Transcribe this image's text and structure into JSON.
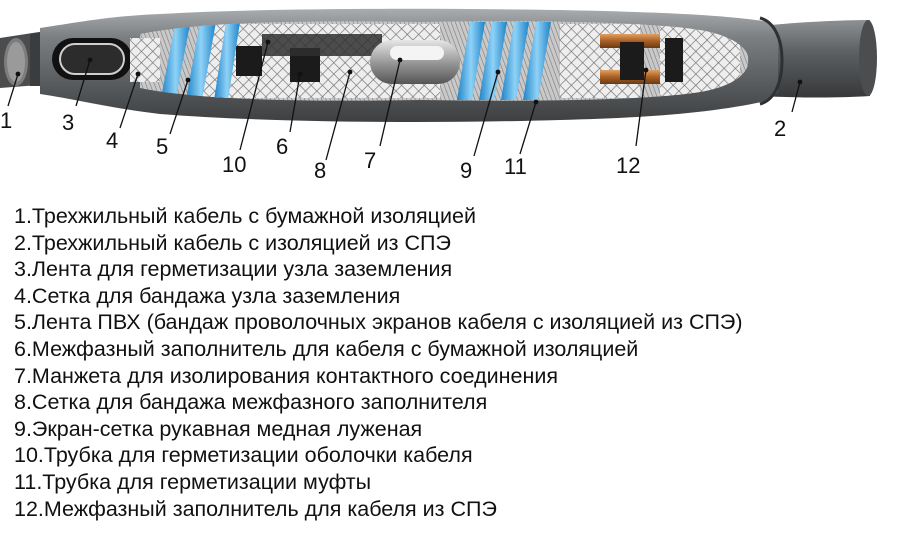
{
  "callouts": [
    {
      "id": "1",
      "text": "1"
    },
    {
      "id": "2",
      "text": "2"
    },
    {
      "id": "3",
      "text": "3"
    },
    {
      "id": "4",
      "text": "4"
    },
    {
      "id": "5",
      "text": "5"
    },
    {
      "id": "6",
      "text": "6"
    },
    {
      "id": "7",
      "text": "7"
    },
    {
      "id": "8",
      "text": "8"
    },
    {
      "id": "9",
      "text": "9"
    },
    {
      "id": "10",
      "text": "10"
    },
    {
      "id": "11",
      "text": "11"
    },
    {
      "id": "12",
      "text": "12"
    }
  ],
  "legend": [
    "1.Трехжильный кабель с бумажной изоляцией",
    "2.Трехжильный кабель с изоляцией из СПЭ",
    "3.Лента для герметизации узла заземления",
    "4.Сетка для бандажа узла заземления",
    "5.Лента ПВХ (бандаж проволочных экранов кабеля с изоляцией из СПЭ)",
    "6.Межфазный заполнитель для кабеля с бумажной изоляцией",
    "7.Манжета для изолирования контактного соединения",
    "8.Сетка для бандажа межфазного заполнителя",
    "9.Экран-сетка рукавная медная луженая",
    "10.Трубка для герметизации оболочки кабеля",
    "11.Трубка для герметизации муфты",
    "12.Межфазный заполнитель для кабеля из СПЭ"
  ],
  "colors": {
    "sleeve": "#5f6264",
    "sleeve_highlight": "#b8bcbe",
    "cable": "#5a5c5e",
    "tape_blue": "#3fa9e6",
    "mesh": "#e8e8e8",
    "copper": "#c47a3a",
    "filler_black": "#1b1b1b"
  }
}
